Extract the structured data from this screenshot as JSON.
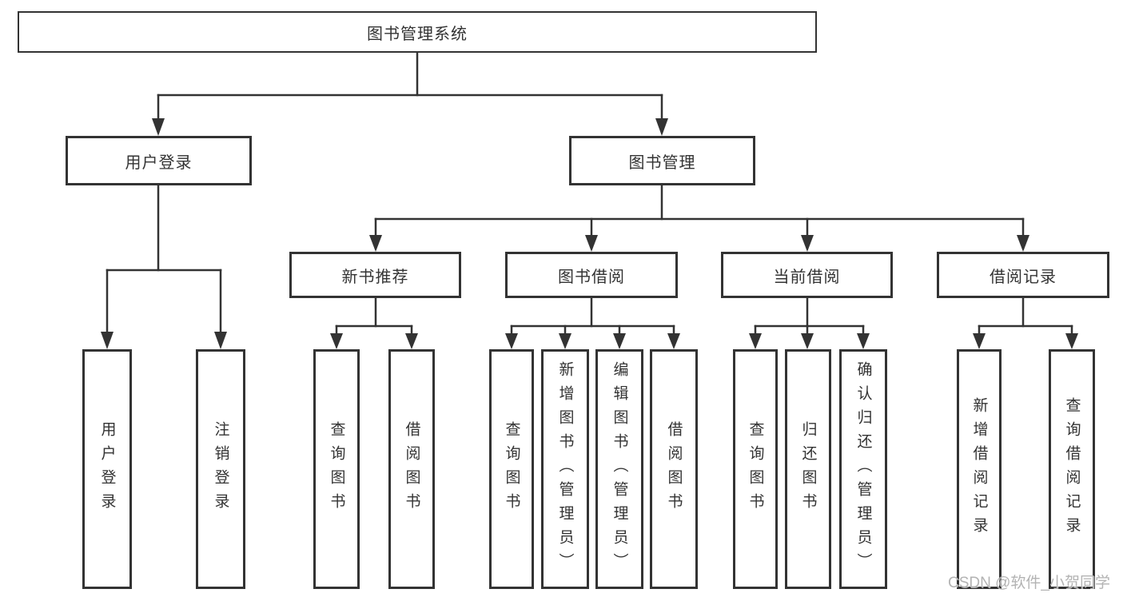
{
  "nodes": {
    "root": "图书管理系统",
    "level2": {
      "user_login": "用户登录",
      "book_mgmt": "图书管理"
    },
    "level3": {
      "new_book": "新书推荐",
      "book_borrow": "图书借阅",
      "current_borrow": "当前借阅",
      "borrow_record": "借阅记录"
    },
    "leaves": {
      "user_login": [
        "用户登录",
        "注销登录"
      ],
      "new_book": [
        "查询图书",
        "借阅图书"
      ],
      "book_borrow": [
        "查询图书",
        "新增图书（管理员）",
        "编辑图书（管理员）",
        "借阅图书"
      ],
      "current_borrow": [
        "查询图书",
        "归还图书",
        "确认归还（管理员）"
      ],
      "borrow_record": [
        "新增借阅记录",
        "查询借阅记录"
      ]
    }
  },
  "watermark": "CSDN @软件_小贺同学",
  "colors": {
    "line": "#333333",
    "text": "#333333",
    "watermark": "#b3b3b3",
    "background": "#ffffff"
  }
}
